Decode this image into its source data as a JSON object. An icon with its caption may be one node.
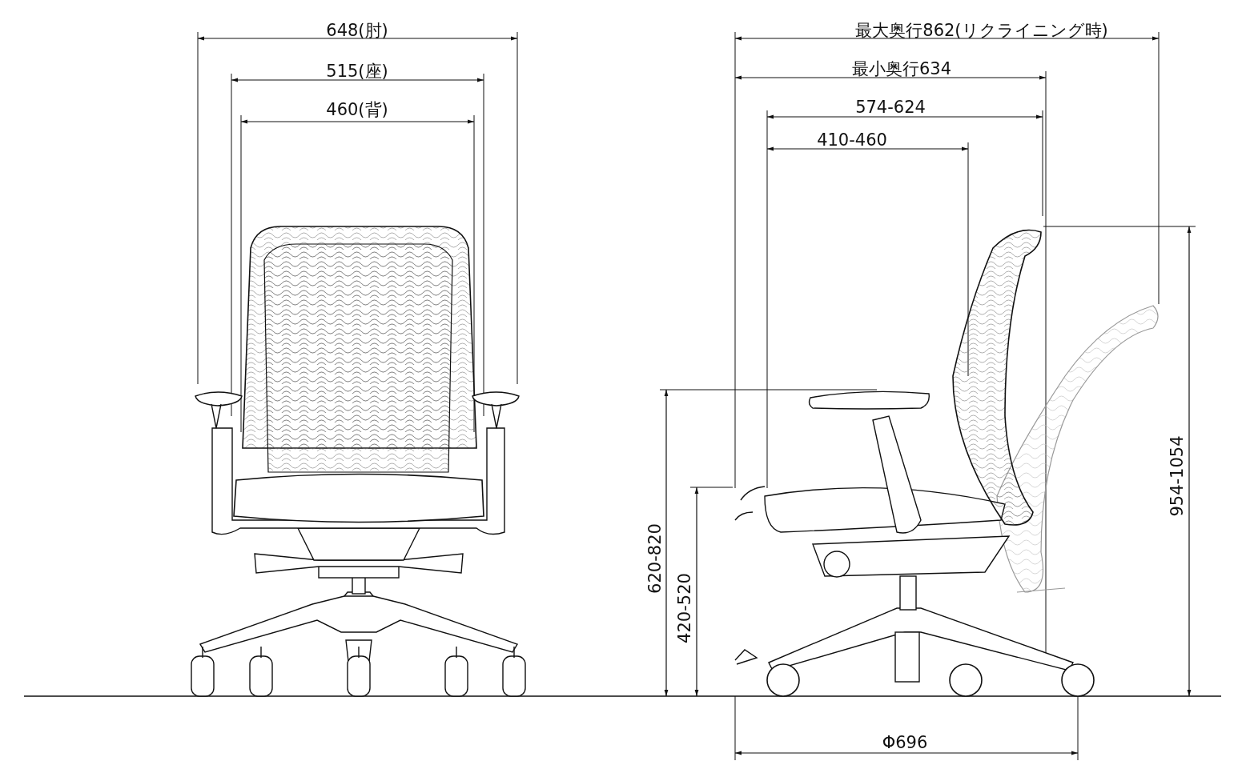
{
  "diagram": {
    "labels": [
      "648(肘)",
      "515(座)",
      "460(背)",
      "最大奥行862(リクライニング時)",
      "最小奥行634",
      "574-624",
      "410-460",
      "620-820",
      "420-520",
      "954-1054",
      "Φ696"
    ]
  }
}
